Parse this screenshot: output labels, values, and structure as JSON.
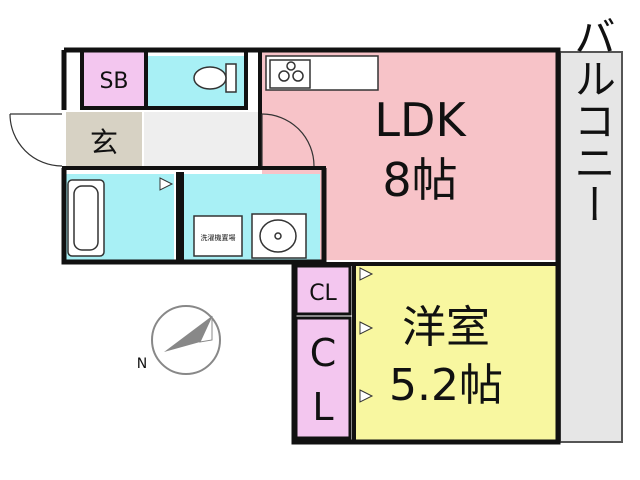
{
  "rooms": {
    "ldk": {
      "name": "LDK",
      "size": "8帖",
      "color": "#f7c3c8"
    },
    "western": {
      "name": "洋室",
      "size": "5.2帖",
      "color": "#f8f7a0"
    },
    "sb": {
      "name": "SB",
      "color": "#f3c6ef"
    },
    "entrance": {
      "name": "玄",
      "color": "#d7d2c4"
    },
    "cl_small": {
      "name": "CL",
      "color": "#f3c6ef"
    },
    "cl_large": {
      "name_top": "C",
      "name_bottom": "L",
      "color": "#f3c6ef"
    },
    "balcony": {
      "name": "バルコニー",
      "color": "#e6e6e6"
    },
    "washer": {
      "name": "洗濯機置場"
    }
  },
  "colors": {
    "wet_area": "#a8f0f5",
    "wall": "#111111",
    "hall": "#ffffff"
  },
  "compass": {
    "label": "N"
  }
}
